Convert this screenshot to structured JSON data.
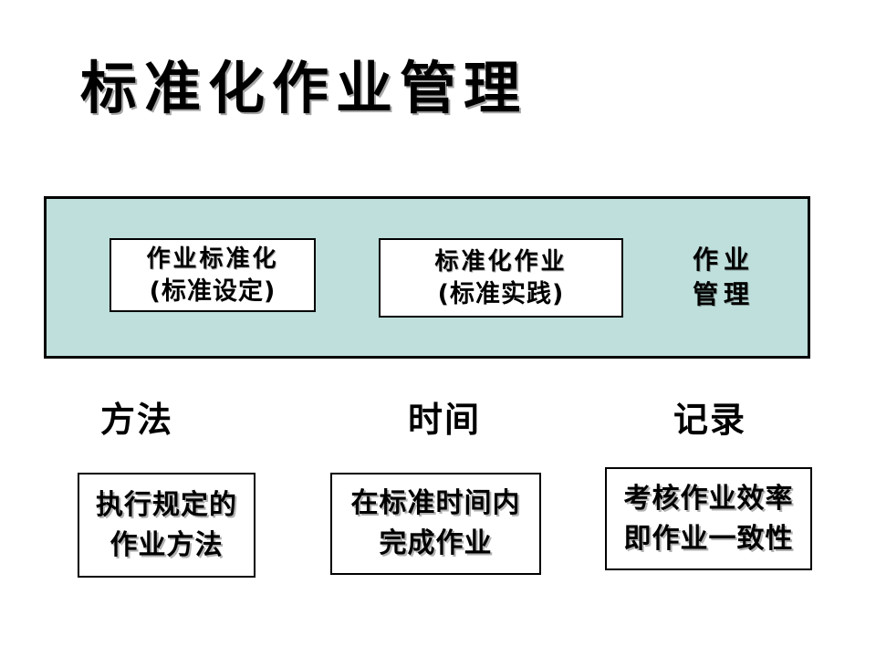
{
  "title": "标准化作业管理",
  "colors": {
    "panel_bg": "#bedfdc",
    "border": "#000000",
    "background": "#ffffff",
    "text": "#000000"
  },
  "panel": {
    "boxes": [
      {
        "title": "作业标准化",
        "subtitle": "(标准设定)"
      },
      {
        "title": "标准化作业",
        "subtitle": "(标准实践)"
      }
    ],
    "side_label": {
      "line1": "作业",
      "line2": "管理"
    }
  },
  "columns": [
    {
      "label": "方法",
      "lines": [
        "执行规定的",
        "作业方法"
      ]
    },
    {
      "label": "时间",
      "lines": [
        "在标准时间内",
        "完成作业"
      ]
    },
    {
      "label": "记录",
      "lines": [
        "考核作业效率",
        "即作业一致性"
      ]
    }
  ]
}
